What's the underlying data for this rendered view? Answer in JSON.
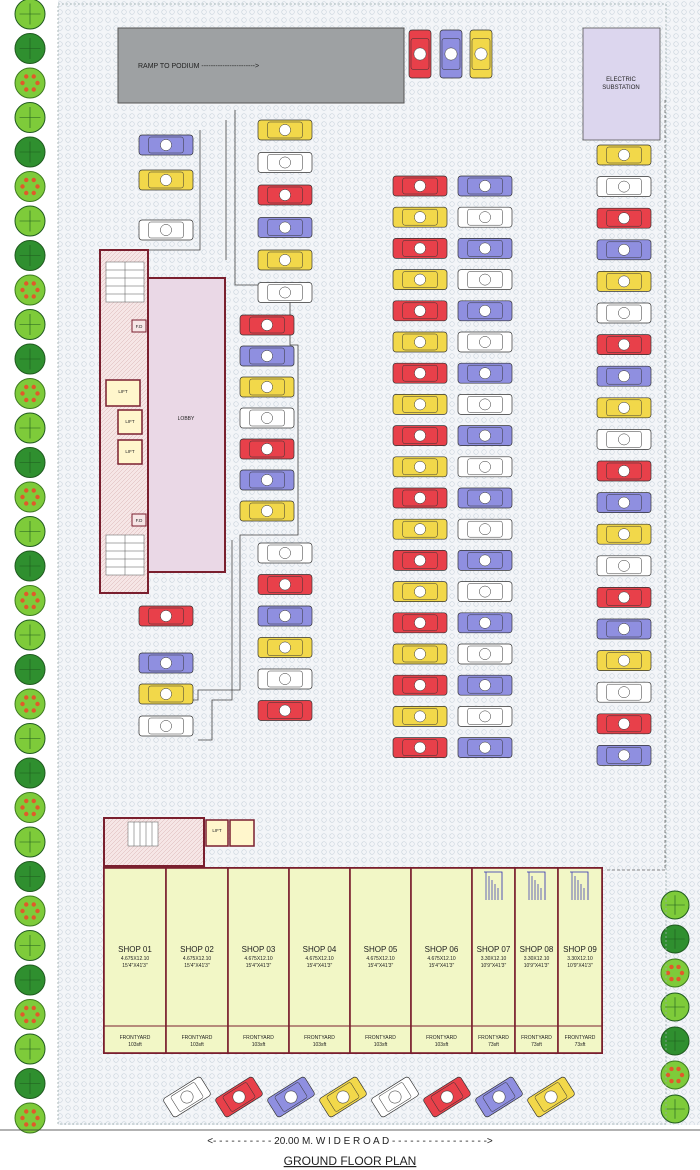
{
  "labels": {
    "ramp": "RAMP TO PODIUM ----------------------->",
    "substation_1": "ELECTRIC",
    "substation_2": "SUBSTATION",
    "lobby": "LOBBY",
    "lift": "LIFT",
    "fd": "F.D",
    "road": "<- - - - - - - - - - 20.00 M.   W I D E   R O A D - - - - - - - - - - - - - - - ->",
    "plan_title": "GROUND FLOOR PLAN"
  },
  "shops": [
    {
      "name": "SHOP 01",
      "line1": "4.675X12.10",
      "line2": "15'4\"X41'3\"",
      "frontyard": "FRONTYARD",
      "area": "103sft"
    },
    {
      "name": "SHOP 02",
      "line1": "4.675X12.10",
      "line2": "15'4\"X41'3\"",
      "frontyard": "FRONTYARD",
      "area": "103sft"
    },
    {
      "name": "SHOP 03",
      "line1": "4.675X12.10",
      "line2": "15'4\"X41'3\"",
      "frontyard": "FRONTYARD",
      "area": "103sft"
    },
    {
      "name": "SHOP 04",
      "line1": "4.675X12.10",
      "line2": "15'4\"X41'3\"",
      "frontyard": "FRONTYARD",
      "area": "103sft"
    },
    {
      "name": "SHOP 05",
      "line1": "4.675X12.10",
      "line2": "15'4\"X41'3\"",
      "frontyard": "FRONTYARD",
      "area": "103sft"
    },
    {
      "name": "SHOP 06",
      "line1": "4.675X12.10",
      "line2": "15'4\"X41'3\"",
      "frontyard": "FRONTYARD",
      "area": "103sft"
    },
    {
      "name": "SHOP 07",
      "line1": "3.30X12.10",
      "line2": "10'9\"X41'3\"",
      "frontyard": "FRONTYARD",
      "area": "73sft"
    },
    {
      "name": "SHOP 08",
      "line1": "3.30X12.10",
      "line2": "10'9\"X41'3\"",
      "frontyard": "FRONTYARD",
      "area": "73sft"
    },
    {
      "name": "SHOP 09",
      "line1": "3.30X12.10",
      "line2": "10'9\"X41'3\"",
      "frontyard": "FRONTYARD",
      "area": "73sft"
    }
  ],
  "colors": {
    "car_palette": [
      "#e8404a",
      "#8f8fe0",
      "#f2d84a",
      "#ffffff",
      "#e8404a",
      "#8f8fe0",
      "#f2d84a",
      "#ffffff"
    ],
    "shop_fill": "#f2f7c6",
    "wall": "#7a1f2e",
    "ground": "#f1f4f8",
    "tree_dark": "#2f8f2f",
    "tree_light": "#7ecb3a",
    "flower": "#e05a2a"
  }
}
